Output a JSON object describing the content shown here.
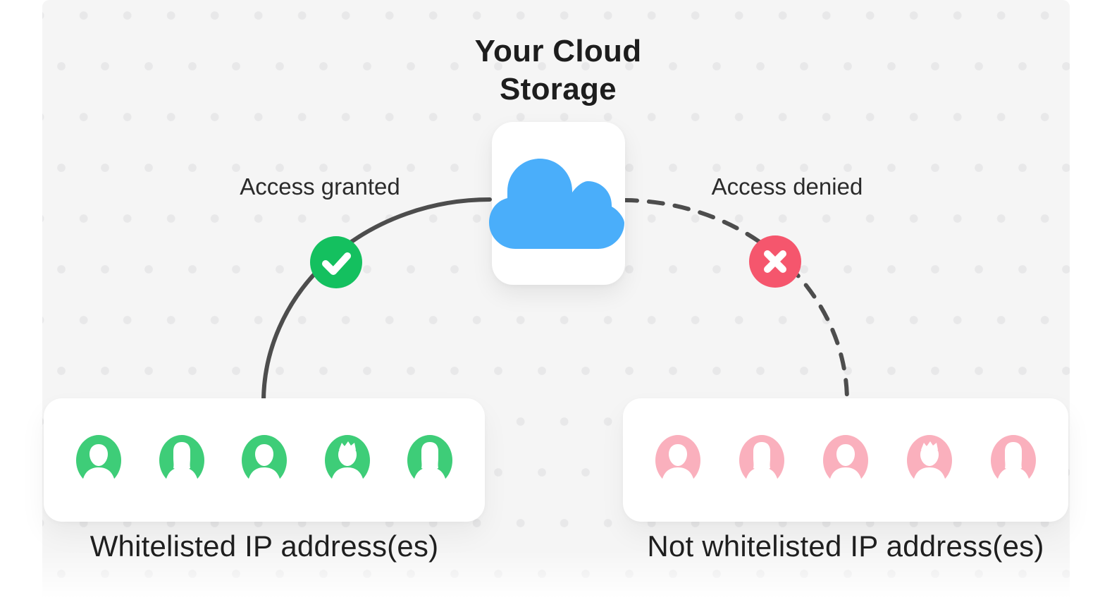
{
  "title": "Your Cloud Storage",
  "cloud": {
    "icon": "cloud-icon"
  },
  "connections": {
    "granted": {
      "label": "Access granted",
      "status_icon": "checkmark-icon",
      "line_style": "solid"
    },
    "denied": {
      "label": "Access denied",
      "status_icon": "cross-icon",
      "line_style": "dashed"
    }
  },
  "cards": {
    "whitelisted": {
      "caption": "Whitelisted IP address(es)",
      "avatar_color": "#3ecd78",
      "avatar_count": 5,
      "avatars": [
        "male",
        "female",
        "male",
        "spiky",
        "female"
      ]
    },
    "not_whitelisted": {
      "caption": "Not whitelisted IP address(es)",
      "avatar_color": "#fab0bd",
      "avatar_count": 5,
      "avatars": [
        "male",
        "female",
        "male",
        "spiky",
        "female"
      ]
    }
  },
  "colors": {
    "cloud_blue": "#4aaefa",
    "granted_green": "#14c05f",
    "denied_red": "#f5566d",
    "connector_gray": "#4d4d4d",
    "background": "#f5f5f5",
    "dot": "#e8e8e9",
    "text_dark": "#1d1d1d"
  }
}
